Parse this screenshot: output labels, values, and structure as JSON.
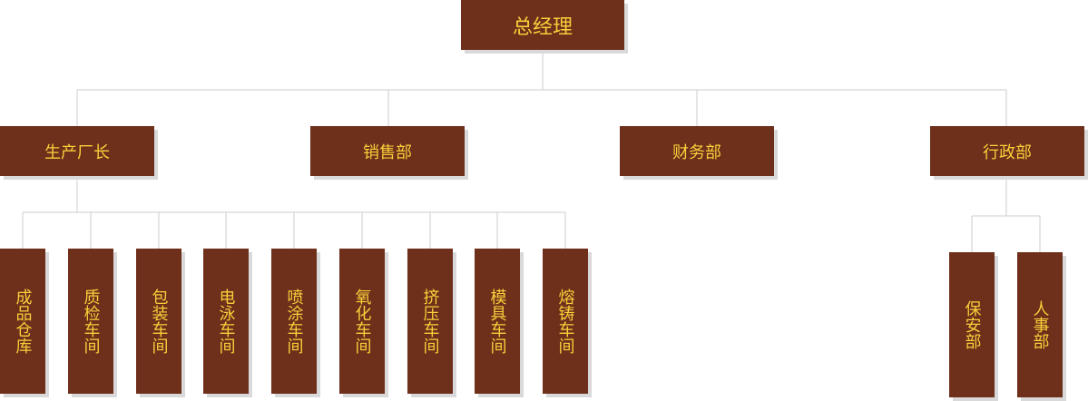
{
  "root": {
    "label": "总经理"
  },
  "departments": [
    {
      "label": "生产厂长"
    },
    {
      "label": "销售部"
    },
    {
      "label": "财务部"
    },
    {
      "label": "行政部"
    }
  ],
  "workshops": [
    {
      "label": "成品仓库"
    },
    {
      "label": "质检车间"
    },
    {
      "label": "包装车间"
    },
    {
      "label": "电泳车间"
    },
    {
      "label": "喷涂车间"
    },
    {
      "label": "氧化车间"
    },
    {
      "label": "挤压车间"
    },
    {
      "label": "模具车间"
    },
    {
      "label": "熔铸车间"
    }
  ],
  "admin_units": [
    {
      "label": "保安部"
    },
    {
      "label": "人事部"
    }
  ],
  "colors": {
    "box_fill": "#6e2f1b",
    "text": "#f7d03a",
    "connector": "#cccccc",
    "shadow": "#d9d9d9"
  }
}
